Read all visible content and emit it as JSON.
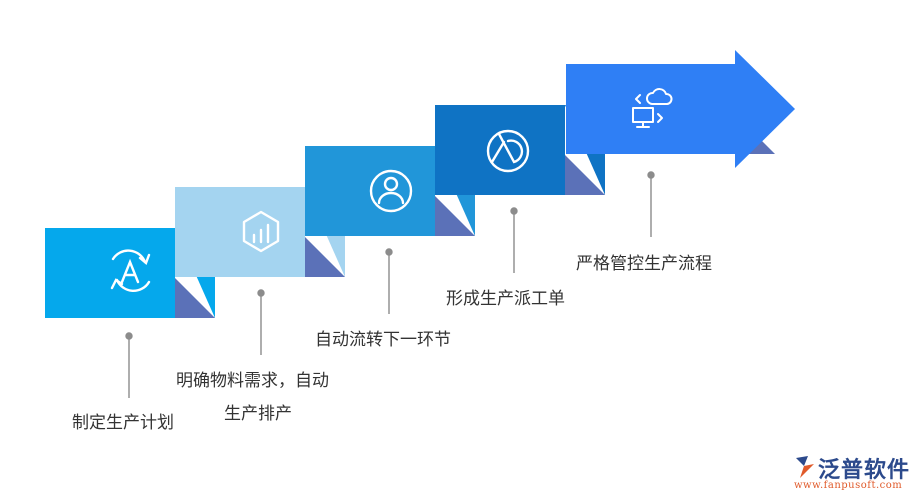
{
  "steps": [
    {
      "label": "制定生产计划",
      "icon": "arrows-a-icon",
      "color": "#05a8ec"
    },
    {
      "label_lines": [
        "明确物料需求，自动",
        "生产排产"
      ],
      "icon": "hexagon-chart-icon",
      "color": "#a4d4f0"
    },
    {
      "label": "自动流转下一环节",
      "icon": "user-icon",
      "color": "#2196d9"
    },
    {
      "label": "形成生产派工单",
      "icon": "circle-segment-icon",
      "color": "#0f73c4"
    },
    {
      "label": "严格管控生产流程",
      "icon": "cloud-monitor-icon",
      "color": "#2f7ff5"
    }
  ],
  "colors": {
    "fold": "#5b71b8",
    "connector": "#8c8c8c",
    "text": "#333333"
  },
  "logo": {
    "name": "泛普软件",
    "url": "www.fanpusoft.com"
  }
}
